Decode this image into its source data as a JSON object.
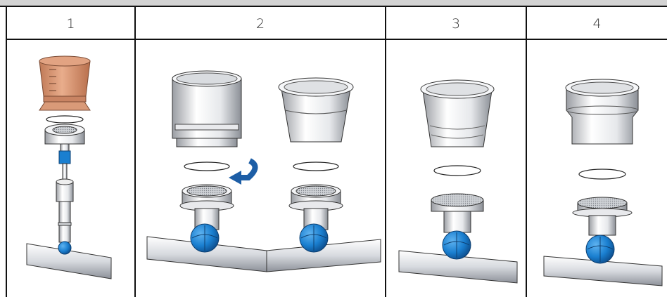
{
  "columns": [
    {
      "label": "1"
    },
    {
      "label": "2"
    },
    {
      "label": "3"
    },
    {
      "label": "4"
    }
  ],
  "colors": {
    "funnel_orange": "#d99a78",
    "valve_blue": "#1a7fd0",
    "arrow_blue": "#1d5ea6",
    "grid_line": "#111111",
    "header_bar": "#d3d3d3"
  }
}
